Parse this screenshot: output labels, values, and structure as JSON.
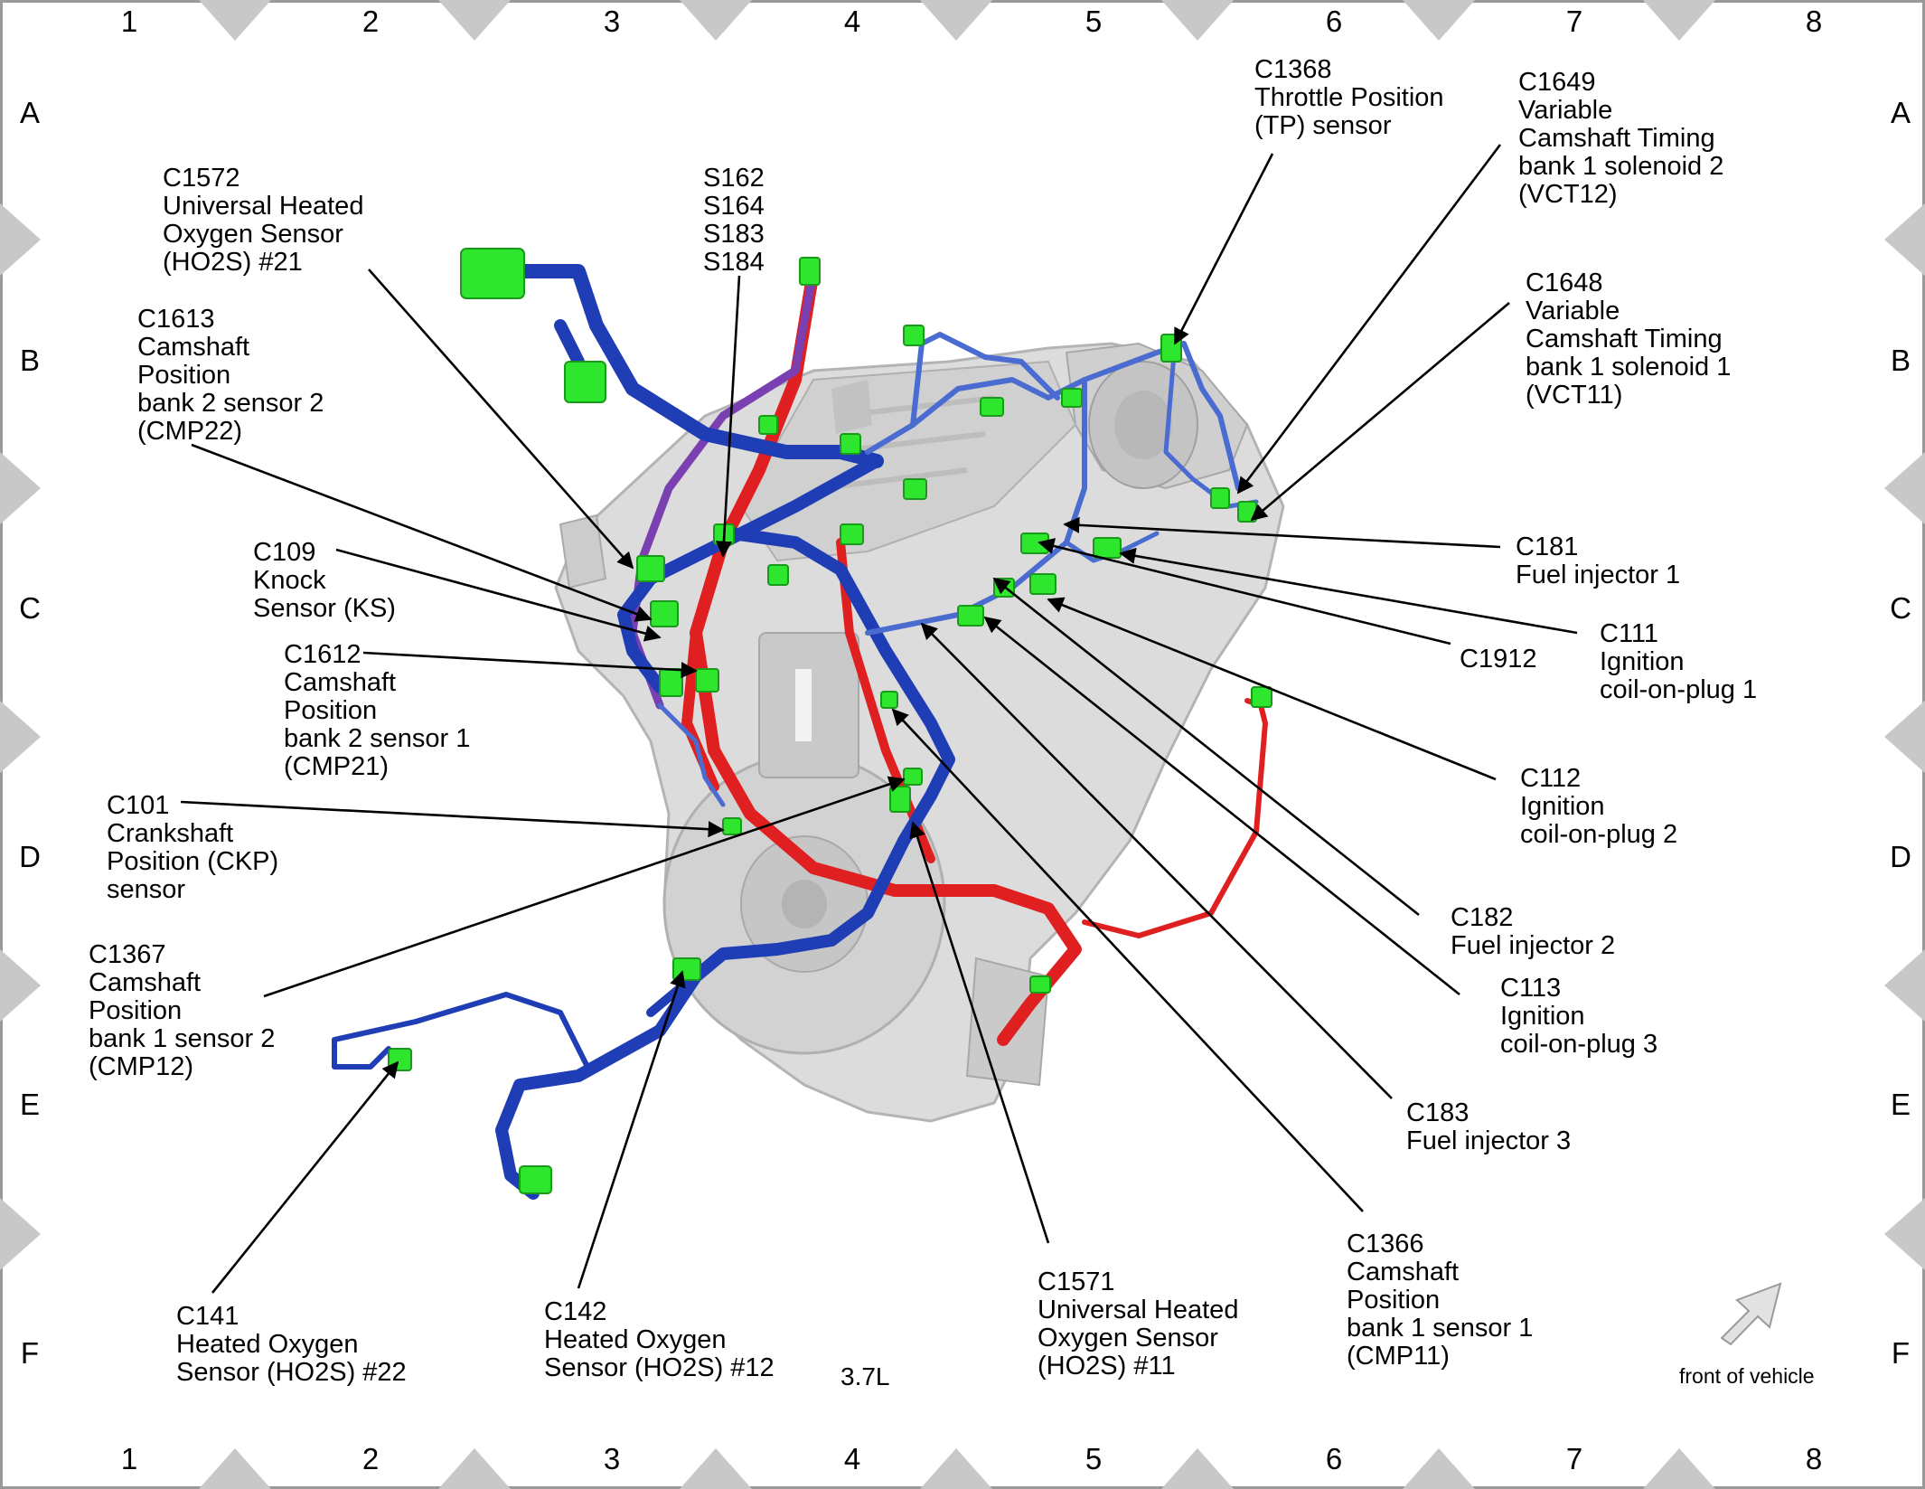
{
  "grid": {
    "columns": [
      "1",
      "2",
      "3",
      "4",
      "5",
      "6",
      "7",
      "8"
    ],
    "rows": [
      "A",
      "B",
      "C",
      "D",
      "E",
      "F"
    ]
  },
  "engine_label": "3.7L",
  "front_of_vehicle": "front of vehicle",
  "colors": {
    "harness_main": "#1f3db4",
    "harness_secondary": "#4a6bd0",
    "harness_power": "#e02020",
    "harness_purple": "#7a3fb0",
    "connector": "#2ee62e",
    "engine_body": "#d6d6d6"
  },
  "callouts": [
    {
      "id": "c1368",
      "lines": [
        "C1368",
        "Throttle Position",
        "(TP) sensor"
      ]
    },
    {
      "id": "c1649",
      "lines": [
        "C1649",
        "Variable",
        "Camshaft Timing",
        "bank 1 solenoid 2",
        "(VCT12)"
      ]
    },
    {
      "id": "c1648",
      "lines": [
        "C1648",
        "Variable",
        "Camshaft Timing",
        "bank 1 solenoid 1",
        "(VCT11)"
      ]
    },
    {
      "id": "c1572",
      "lines": [
        "C1572",
        "Universal Heated",
        "Oxygen Sensor",
        "(HO2S) #21"
      ]
    },
    {
      "id": "splices",
      "lines": [
        "S162",
        "S164",
        "S183",
        "S184"
      ]
    },
    {
      "id": "c1613",
      "lines": [
        "C1613",
        "Camshaft",
        "Position",
        "bank 2 sensor 2",
        "(CMP22)"
      ]
    },
    {
      "id": "c109",
      "lines": [
        "C109",
        "Knock",
        "Sensor (KS)"
      ]
    },
    {
      "id": "c1612",
      "lines": [
        "C1612",
        "Camshaft",
        "Position",
        "bank 2 sensor 1",
        "(CMP21)"
      ]
    },
    {
      "id": "c101",
      "lines": [
        "C101",
        "Crankshaft",
        "Position (CKP)",
        "sensor"
      ]
    },
    {
      "id": "c1367",
      "lines": [
        "C1367",
        "Camshaft",
        "Position",
        "bank 1 sensor 2",
        "(CMP12)"
      ]
    },
    {
      "id": "c181",
      "lines": [
        "C181",
        "Fuel injector 1"
      ]
    },
    {
      "id": "c1912",
      "lines": [
        "C1912"
      ]
    },
    {
      "id": "c111",
      "lines": [
        "C111",
        "Ignition",
        "coil-on-plug 1"
      ]
    },
    {
      "id": "c112",
      "lines": [
        "C112",
        "Ignition",
        "coil-on-plug 2"
      ]
    },
    {
      "id": "c182",
      "lines": [
        "C182",
        "Fuel injector 2"
      ]
    },
    {
      "id": "c113",
      "lines": [
        "C113",
        "Ignition",
        "coil-on-plug 3"
      ]
    },
    {
      "id": "c183",
      "lines": [
        "C183",
        "Fuel injector 3"
      ]
    },
    {
      "id": "c1366",
      "lines": [
        "C1366",
        "Camshaft",
        "Position",
        "bank 1 sensor 1",
        "(CMP11)"
      ]
    },
    {
      "id": "c141",
      "lines": [
        "C141",
        "Heated Oxygen",
        "Sensor (HO2S) #22"
      ]
    },
    {
      "id": "c142",
      "lines": [
        "C142",
        "Heated Oxygen",
        "Sensor (HO2S) #12"
      ]
    },
    {
      "id": "c1571",
      "lines": [
        "C1571",
        "Universal Heated",
        "Oxygen Sensor",
        "(HO2S) #11"
      ]
    }
  ]
}
